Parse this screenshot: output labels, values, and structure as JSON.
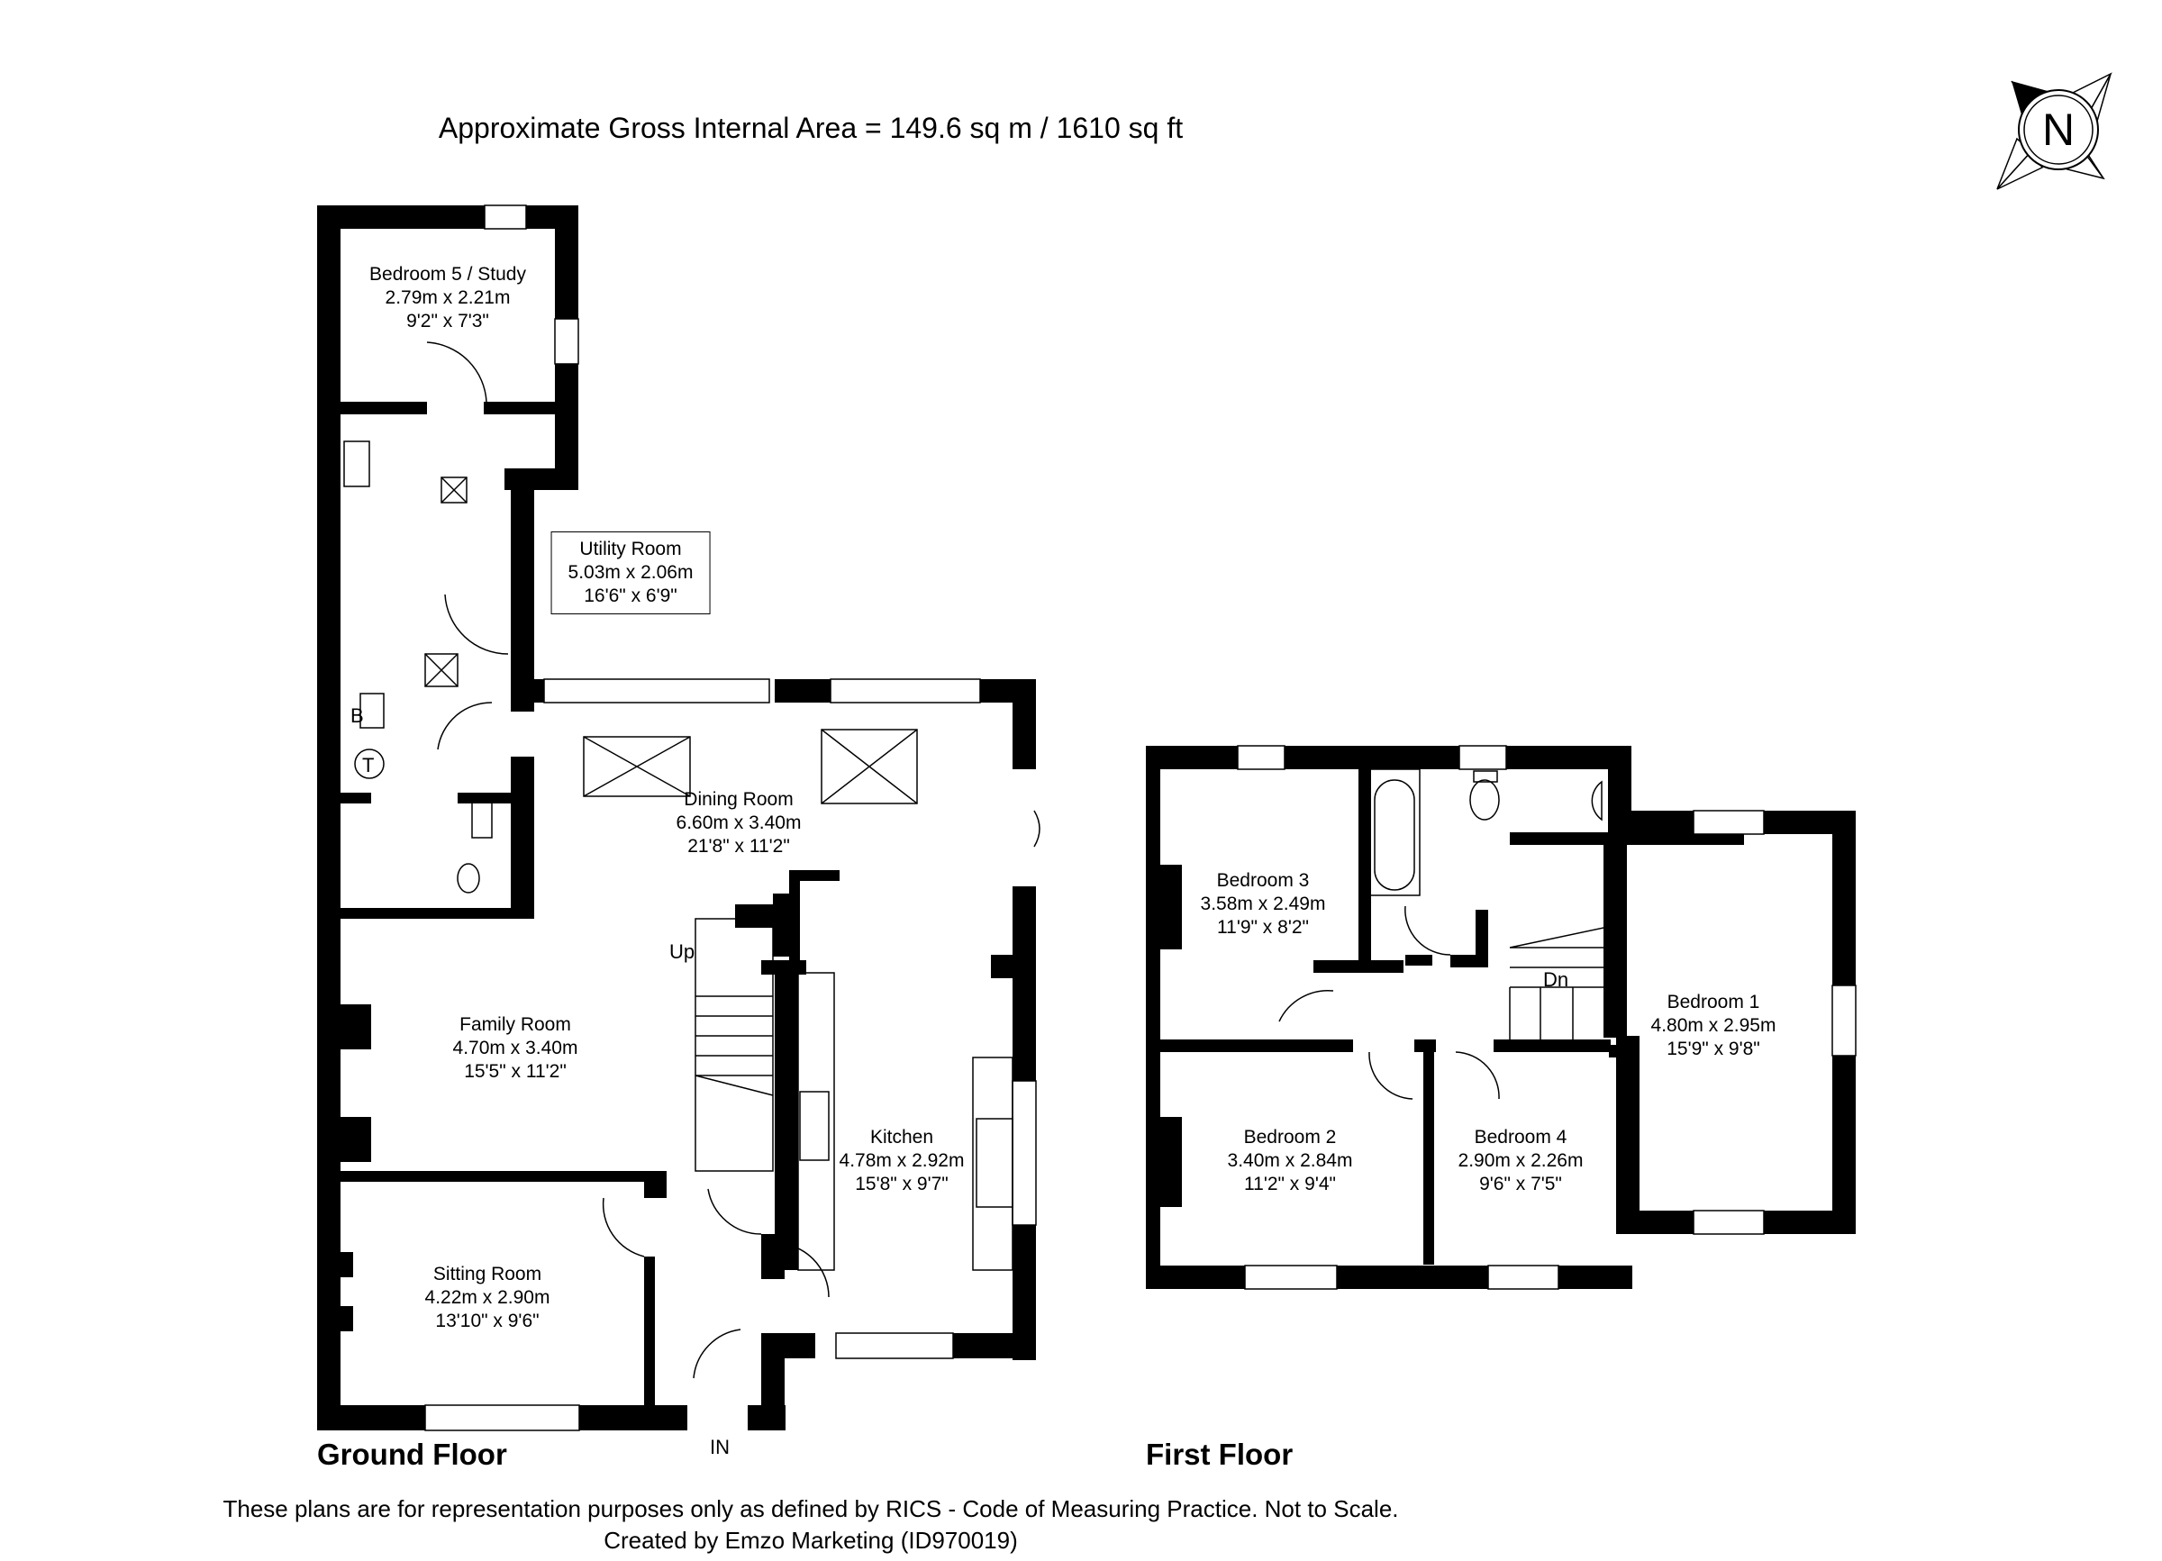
{
  "header": {
    "title": "Approximate Gross Internal Area = 149.6 sq m / 1610 sq ft",
    "compass_letter": "N"
  },
  "ground_floor": {
    "label": "Ground Floor",
    "entrance_label": "IN",
    "stairs_label": "Up",
    "rooms": {
      "bedroom5": {
        "name": "Bedroom 5 / Study",
        "metric": "2.79m x 2.21m",
        "imperial": "9'2\" x 7'3\""
      },
      "utility": {
        "name": "Utility Room",
        "metric": "5.03m x 2.06m",
        "imperial": "16'6\" x 6'9\""
      },
      "dining": {
        "name": "Dining Room",
        "metric": "6.60m x 3.40m",
        "imperial": "21'8\" x 11'2\""
      },
      "family": {
        "name": "Family Room",
        "metric": "4.70m x 3.40m",
        "imperial": "15'5\" x 11'2\""
      },
      "kitchen": {
        "name": "Kitchen",
        "metric": "4.78m x 2.92m",
        "imperial": "15'8\" x 9'7\""
      },
      "sitting": {
        "name": "Sitting Room",
        "metric": "4.22m x 2.90m",
        "imperial": "13'10\" x 9'6\""
      }
    },
    "fixtures": {
      "boiler": "B",
      "tank": "T"
    }
  },
  "first_floor": {
    "label": "First Floor",
    "stairs_label": "Dn",
    "rooms": {
      "bedroom3": {
        "name": "Bedroom 3",
        "metric": "3.58m x 2.49m",
        "imperial": "11'9\" x 8'2\""
      },
      "bedroom2": {
        "name": "Bedroom 2",
        "metric": "3.40m x 2.84m",
        "imperial": "11'2\" x 9'4\""
      },
      "bedroom4": {
        "name": "Bedroom 4",
        "metric": "2.90m x 2.26m",
        "imperial": "9'6\" x 7'5\""
      },
      "bedroom1": {
        "name": "Bedroom 1",
        "metric": "4.80m x 2.95m",
        "imperial": "15'9\" x 9'8\""
      }
    }
  },
  "footer": {
    "disclaimer": "These plans are for representation purposes only as defined by RICS - Code of Measuring Practice. Not to Scale.",
    "credit": "Created by Emzo Marketing (ID970019)"
  }
}
